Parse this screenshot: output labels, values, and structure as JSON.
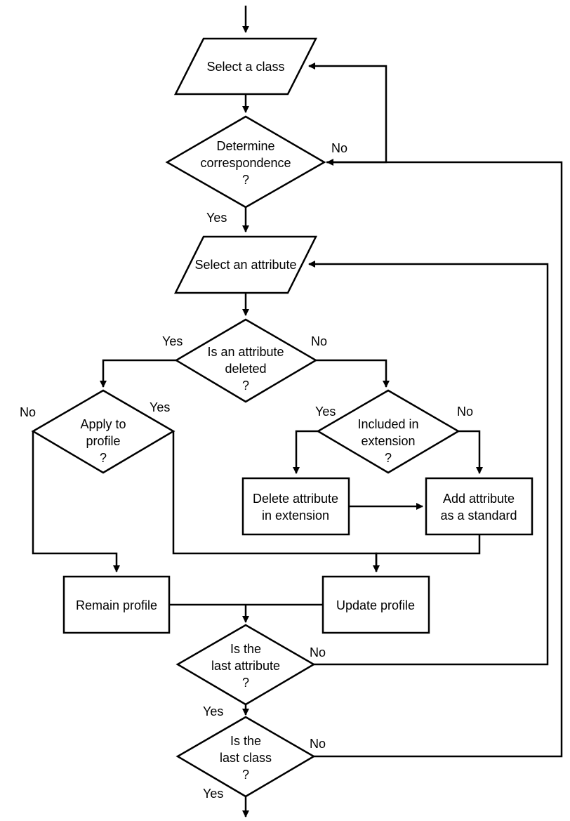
{
  "nodes": {
    "select_class": "Select a class",
    "determine_corr": [
      "Determine",
      "correspondence",
      "?"
    ],
    "select_attr": "Select an attribute",
    "attr_deleted": [
      "Is an attribute",
      "deleted",
      "?"
    ],
    "apply_profile": [
      "Apply to",
      "profile",
      "?"
    ],
    "included_ext": [
      "Included in",
      "extension",
      "?"
    ],
    "delete_attr": [
      "Delete attribute",
      "in extension"
    ],
    "add_attr": [
      "Add attribute",
      "as a standard"
    ],
    "remain_profile": "Remain profile",
    "update_profile": "Update profile",
    "last_attr": [
      "Is the",
      "last attribute",
      "?"
    ],
    "last_class": [
      "Is the",
      "last class",
      "?"
    ]
  },
  "edge_labels": {
    "corr_no": "No",
    "corr_yes": "Yes",
    "deleted_yes": "Yes",
    "deleted_no": "No",
    "apply_no": "No",
    "apply_yes": "Yes",
    "included_yes": "Yes",
    "included_no": "No",
    "last_attr_no": "No",
    "last_attr_yes": "Yes",
    "last_class_no": "No",
    "last_class_yes": "Yes"
  }
}
